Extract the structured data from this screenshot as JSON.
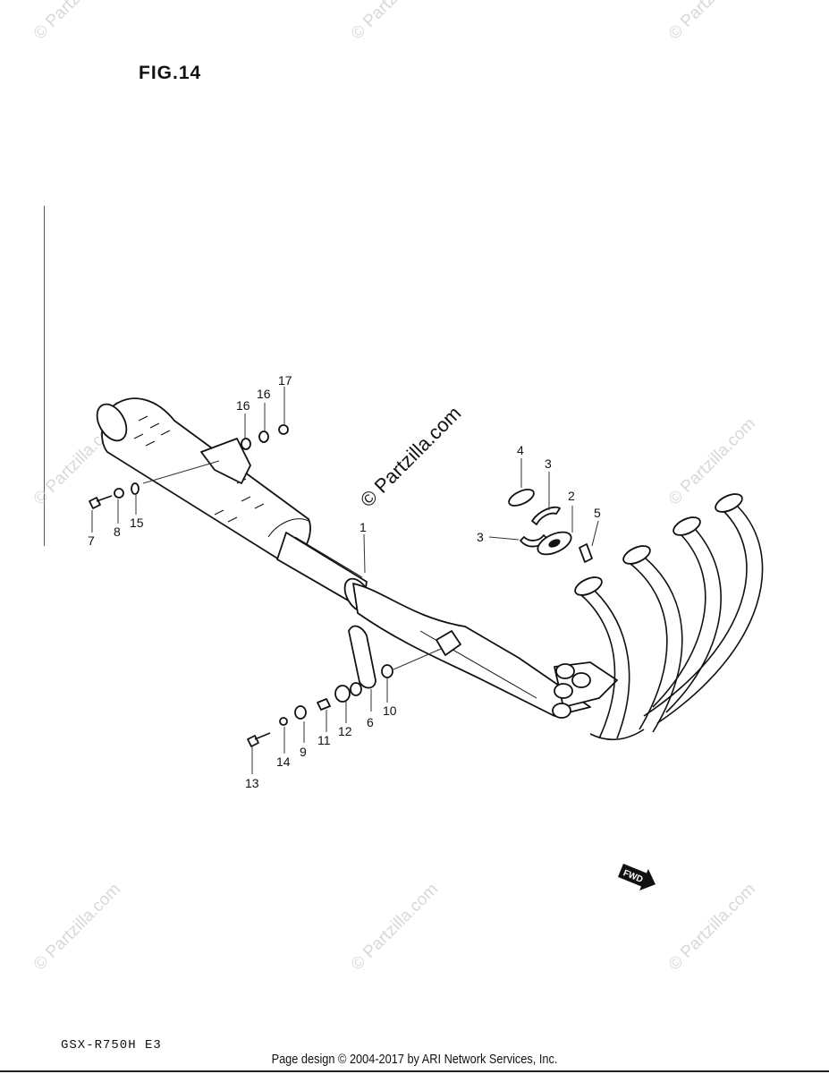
{
  "figure": {
    "title": "FIG.14"
  },
  "model_code": "GSX-R750H  E3",
  "footer": {
    "copyright": "Page design © 2004-2017 by ARI Network Services, Inc."
  },
  "watermark": {
    "main": "© Partzilla.com",
    "faded": "© Partzilla.com"
  },
  "fwd_label": "FWD",
  "callouts": [
    "1",
    "2",
    "3",
    "3",
    "4",
    "5",
    "6",
    "7",
    "8",
    "9",
    "10",
    "11",
    "12",
    "13",
    "14",
    "15",
    "16",
    "16",
    "17"
  ]
}
